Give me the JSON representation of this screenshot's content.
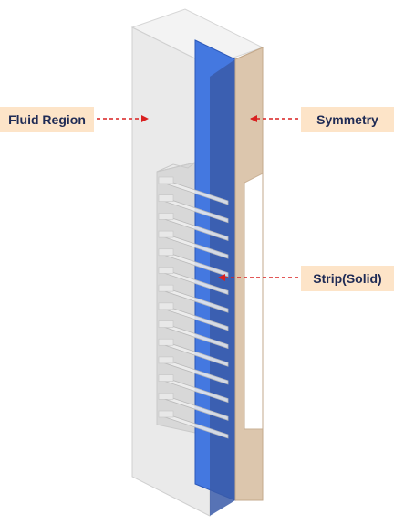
{
  "labels": {
    "fluid_region": "Fluid Region",
    "symmetry": "Symmetry",
    "strip_solid": "Strip(Solid)"
  },
  "colors": {
    "label_background": "#fde4c8",
    "label_text": "#1f2b55",
    "leader_line": "#d92020",
    "fluid_region": "#e4e4e4",
    "strip": "#3f6fd6",
    "symmetry_face": "#dcc6ad"
  },
  "strip_rows": 14
}
